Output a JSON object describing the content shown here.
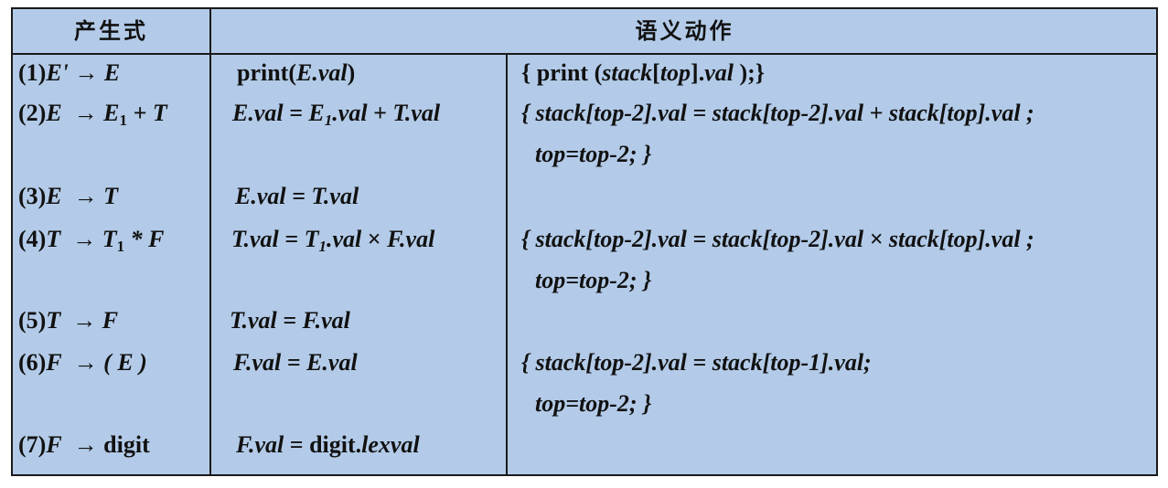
{
  "headers": {
    "production": "产生式",
    "action": "语义动作"
  },
  "rows": [
    {
      "num": "(1)",
      "lhs": "E'",
      "rhs": "E",
      "rule_a": "print(",
      "rule_b": "E.val",
      "rule_c": ")",
      "act_a": "{ print (",
      "act_b": "stack",
      "act_c": "[",
      "act_d": "top",
      "act_e": "].",
      "act_f": "val",
      "act_g": " );}"
    },
    {
      "num": "(2)",
      "lhs": "E",
      "rhs": "E",
      "rhs_sub": "1",
      "rhs_rest": " + T",
      "rule_a": "E.val",
      "rule_b": " = E",
      "rule_sub": "1",
      "rule_c": ".val",
      "rule_d": " + T.val",
      "act_line1": "{ stack[top-2].val = stack[top-2].val + stack[top].val ;",
      "act_line2": "top=top-2; }"
    },
    {
      "num": "(3)",
      "lhs": "E",
      "rhs": "T",
      "rule": "E.val = T.val"
    },
    {
      "num": "(4)",
      "lhs": "T",
      "rhs": "T",
      "rhs_sub": "1",
      "rhs_rest": " * F",
      "rule_a": "T.val",
      "rule_b": " = T",
      "rule_sub": "1",
      "rule_c": ".val",
      "rule_d": " × ",
      "rule_e": "F.val",
      "act_line1": "{ stack[top-2].val = stack[top-2].val × stack[top].val ;",
      "act_line2": "top=top-2; }"
    },
    {
      "num": "(5)",
      "lhs": "T",
      "rhs": "F",
      "rule": "T.val = F.val"
    },
    {
      "num": "(6)",
      "lhs": "F",
      "rhs": "( E )",
      "rule": "F.val = E.val",
      "act_line1": "{ stack[top-2].val = stack[top-1].val;",
      "act_line2": "top=top-2; }"
    },
    {
      "num": "(7)",
      "lhs": "F",
      "rhs": "digit",
      "rule_a": "F.val",
      "rule_b": " = digit.",
      "rule_c": "lexval"
    }
  ],
  "arrow": "→",
  "colors": {
    "table_bg": "#b3cbe8",
    "border": "#1a1a1a"
  }
}
